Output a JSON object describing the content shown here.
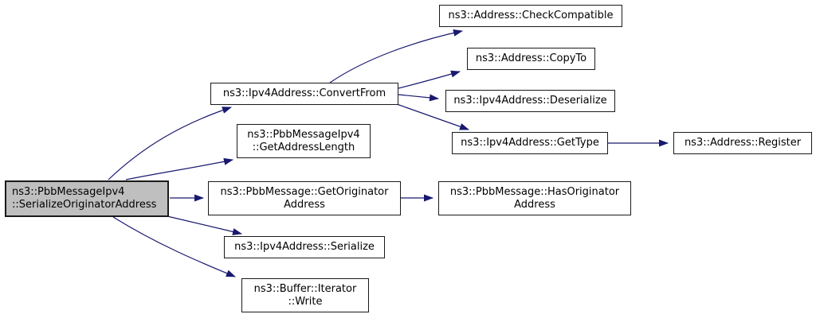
{
  "diagram": {
    "type": "call-graph",
    "colors": {
      "edge": "#191970",
      "node_fill": "#ffffff",
      "node_border": "#1a1a1a",
      "focus_fill": "#bfbfbf",
      "background": "#ffffff",
      "text": "#000000"
    },
    "nodes": {
      "main": {
        "label": "ns3::PbbMessageIpv4\n::SerializeOriginatorAddress"
      },
      "convert_from": {
        "label": "ns3::Ipv4Address::ConvertFrom"
      },
      "get_address_length": {
        "label": "ns3::PbbMessageIpv4\n::GetAddressLength"
      },
      "get_originator_address": {
        "label": "ns3::PbbMessage::GetOriginator\nAddress"
      },
      "serialize": {
        "label": "ns3::Ipv4Address::Serialize"
      },
      "write": {
        "label": "ns3::Buffer::Iterator\n::Write"
      },
      "check_compatible": {
        "label": "ns3::Address::CheckCompatible"
      },
      "copy_to": {
        "label": "ns3::Address::CopyTo"
      },
      "deserialize": {
        "label": "ns3::Ipv4Address::Deserialize"
      },
      "get_type": {
        "label": "ns3::Ipv4Address::GetType"
      },
      "register": {
        "label": "ns3::Address::Register"
      },
      "has_originator_address": {
        "label": "ns3::PbbMessage::HasOriginator\nAddress"
      }
    },
    "edges": [
      {
        "from": "main",
        "to": "convert_from"
      },
      {
        "from": "main",
        "to": "get_address_length"
      },
      {
        "from": "main",
        "to": "get_originator_address"
      },
      {
        "from": "main",
        "to": "serialize"
      },
      {
        "from": "main",
        "to": "write"
      },
      {
        "from": "convert_from",
        "to": "check_compatible"
      },
      {
        "from": "convert_from",
        "to": "copy_to"
      },
      {
        "from": "convert_from",
        "to": "deserialize"
      },
      {
        "from": "convert_from",
        "to": "get_type"
      },
      {
        "from": "get_type",
        "to": "register"
      },
      {
        "from": "get_originator_address",
        "to": "has_originator_address"
      }
    ]
  }
}
